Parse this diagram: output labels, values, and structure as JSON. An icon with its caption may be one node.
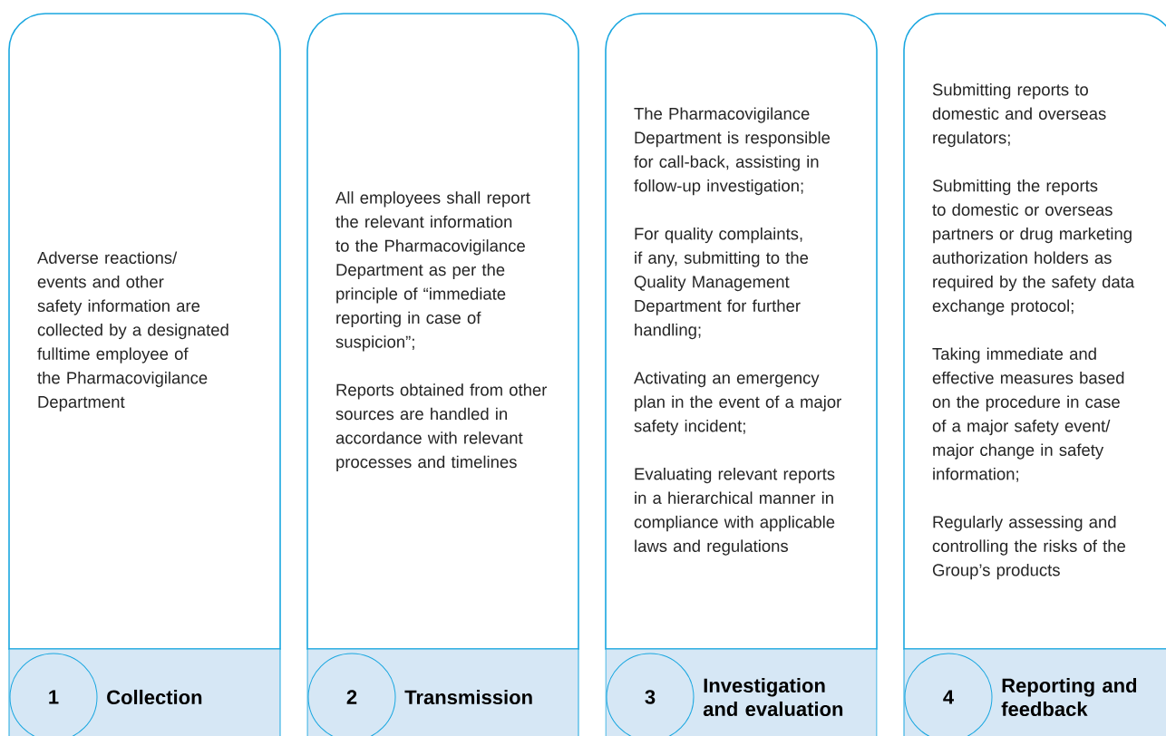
{
  "diagram": {
    "nodes": [
      {
        "text": [
          "Adverse reactions/ events and other safety information are collected by a designated fulltime employee of the Pharmacovigilance Department"
        ]
      },
      {
        "text": [
          "Collection"
        ]
      },
      {
        "text": [
          "1"
        ],
        "in": 1
      },
      {
        "text": [
          "All employees shall report the relevant information to the Pharmacovigilance Department as per the principle of “immediate reporting in case of suspicion”;",
          "Reports obtained from other sources are handled in accordance with relevant processes and timelines"
        ]
      },
      {
        "text": [
          "Transmission"
        ]
      },
      {
        "text": [
          "2"
        ],
        "in": 4
      },
      {
        "text": [
          "The Pharmacovigilance Department is responsible for call-back, assisting in follow-up investigation;",
          "For quality complaints, if any, submitting to the Quality Management Department for further handling;",
          "Activating an emergency plan in the event of a major safety incident;",
          "Evaluating relevant reports in a hierarchical manner in compliance with applicable laws and regulations"
        ]
      },
      {
        "text": [
          "Investigation and evaluation"
        ]
      },
      {
        "text": [
          "3"
        ],
        "in": 7
      },
      {
        "text": [
          "Submitting reports to domestic and overseas regulators;",
          "Submitting the reports to domestic or overseas partners or drug marketing authorization holders as required by the safety data exchange protocol;",
          "Taking immediate and effective measures based on the procedure in case of a major safety event/ major change in safety information;",
          "Regularly assessing and controlling the risks of the Group’s products"
        ]
      },
      {
        "text": [
          "Reporting and feedback"
        ]
      },
      {
        "text": [
          "4"
        ],
        "in": 10
      }
    ]
  }
}
